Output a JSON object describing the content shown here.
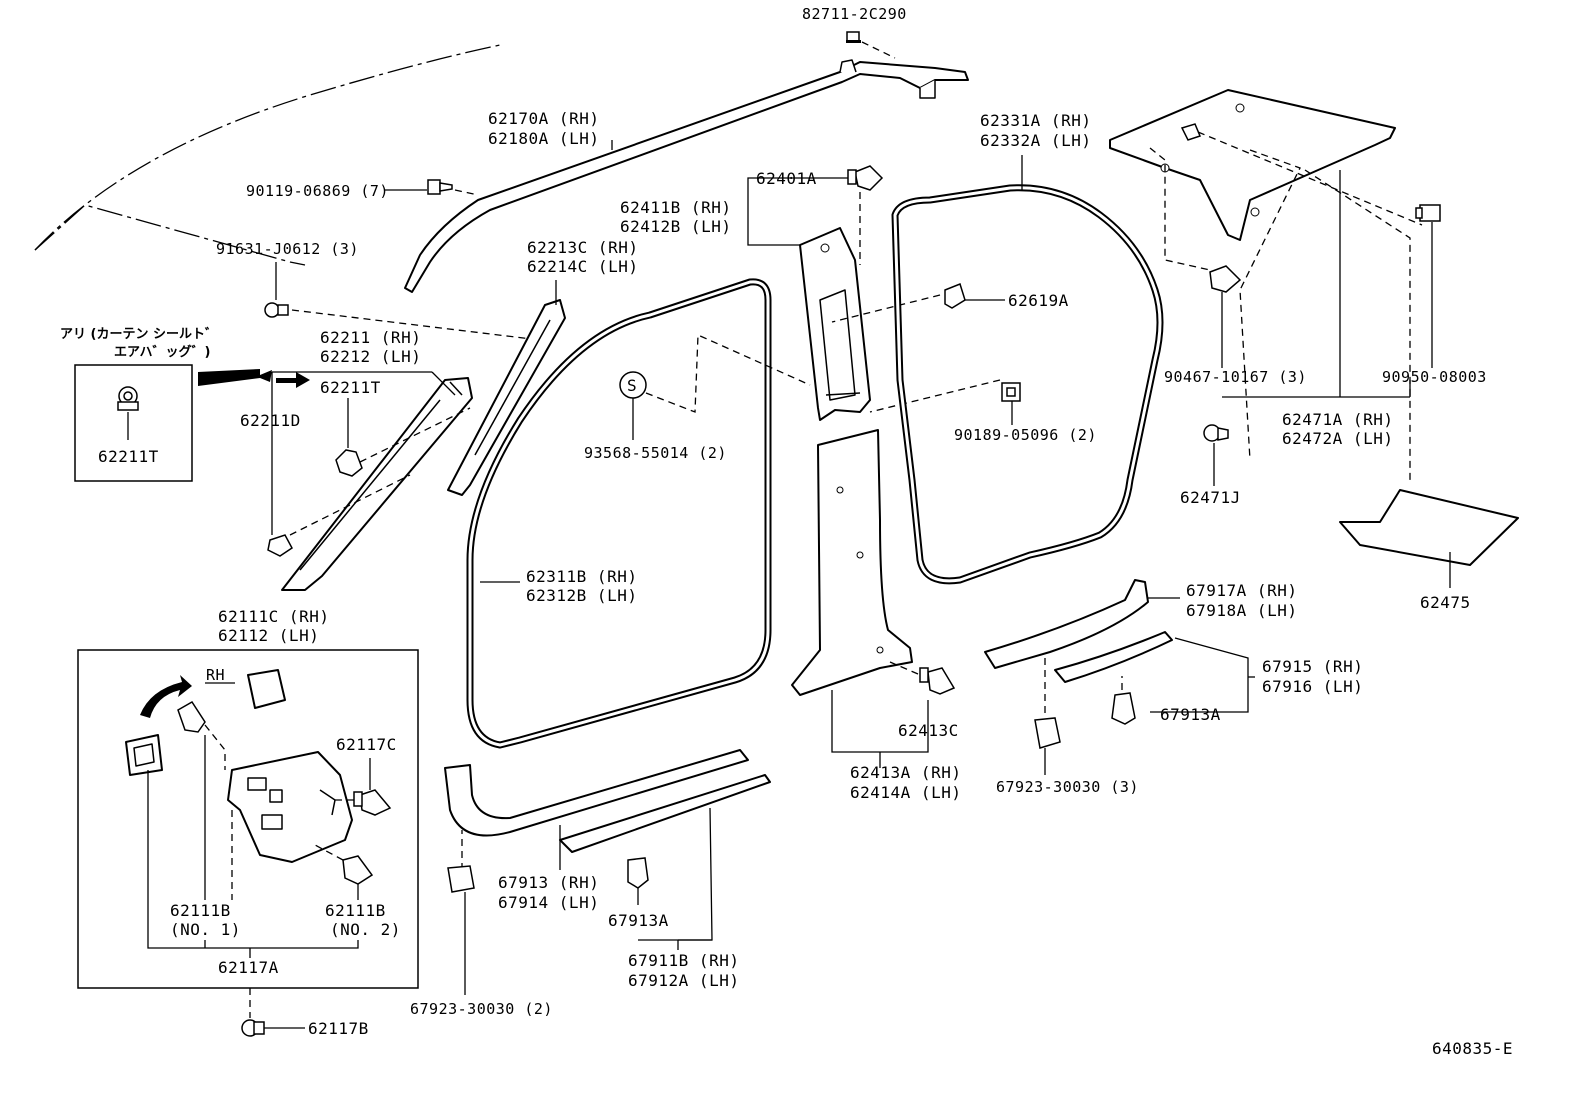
{
  "diagram": {
    "figure_id": "640835-E",
    "labels": {
      "p82711": "82711-2C290",
      "p62170a": "62170A (RH)",
      "p62180a": "62180A (LH)",
      "p90119": "90119-06869 (7)",
      "p91631": "91631-J0612 (3)",
      "jp_line1": "アリ (カーテン シールト゛",
      "jp_line2": "エアハ゛ッグ゛)",
      "p62211t_box": "62211T",
      "p62211rh": "62211 (RH)",
      "p62212lh": "62212 (LH)",
      "p62211t": "62211T",
      "p62211d": "62211D",
      "p62213c": "62213C (RH)",
      "p62214c": "62214C (LH)",
      "p62401a": "62401A",
      "p62411b": "62411B (RH)",
      "p62412b": "62412B (LH)",
      "p62331a": "62331A (RH)",
      "p62332a": "62332A (LH)",
      "p62619a": "62619A",
      "s_mark": "S",
      "p93568": "93568-55014 (2)",
      "p90189": "90189-05096 (2)",
      "p90467": "90467-10167 (3)",
      "p90950": "90950-08003",
      "p62471a": "62471A (RH)",
      "p62472a": "62472A (LH)",
      "p62471j": "62471J",
      "p62475": "62475",
      "p62311b": "62311B (RH)",
      "p62312b": "62312B (LH)",
      "p67917a": "67917A (RH)",
      "p67918a": "67918A (LH)",
      "p67915": "67915 (RH)",
      "p67916": "67916 (LH)",
      "p67913a_r": "67913A",
      "p62413c": "62413C",
      "p62413a": "62413A (RH)",
      "p62414a": "62414A (LH)",
      "p67923_r": "67923-30030 (3)",
      "p62111c": "62111C (RH)",
      "p62112": "62112   (LH)",
      "rh": "RH",
      "p62117c": "62117C",
      "p62111b1": "62111B",
      "no1": "(NO. 1)",
      "p62111b2": "62111B",
      "no2": "(NO. 2)",
      "p62117a": "62117A",
      "p62117b": "62117B",
      "p67913": "67913 (RH)",
      "p67914": "67914 (LH)",
      "p67913a_c": "67913A",
      "p67911b": "67911B (RH)",
      "p67912a": "67912A (LH)",
      "p67923_c": "67923-30030 (2)"
    }
  }
}
